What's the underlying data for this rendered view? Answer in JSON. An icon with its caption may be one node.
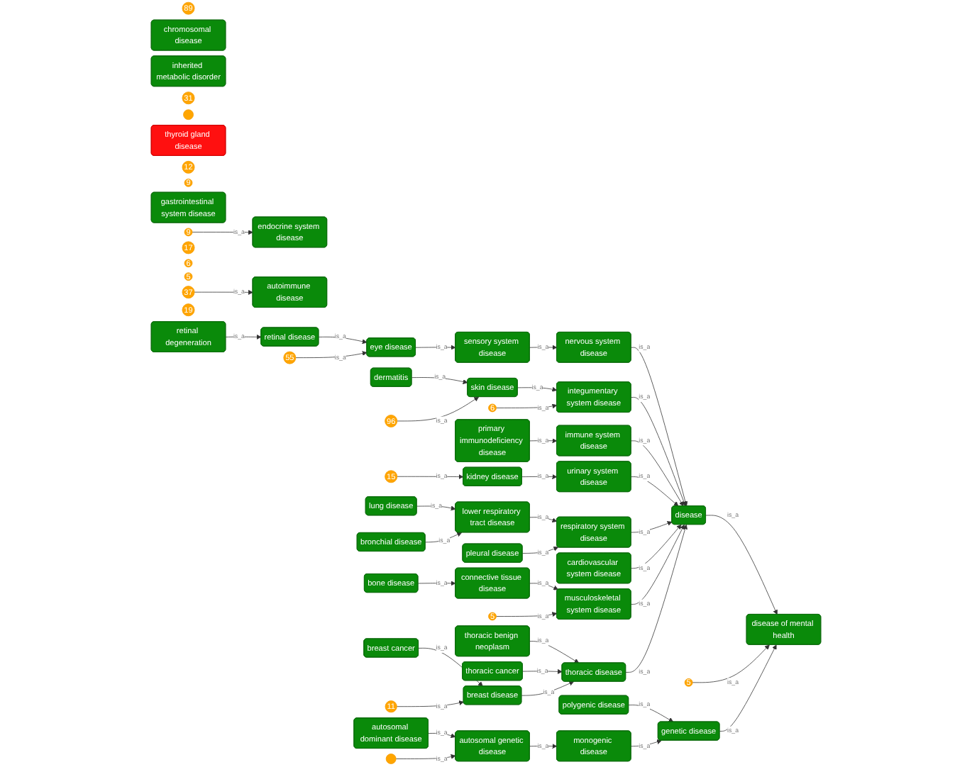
{
  "diagram": {
    "nodes": [
      {
        "text": [
          "retinal degeneration"
        ]
      },
      {
        "text": [
          "retinal disease"
        ]
      },
      {
        "text": [
          "19"
        ]
      },
      {
        "text": [
          "55"
        ]
      },
      {
        "text": [
          "eye disease"
        ]
      },
      {
        "text": [
          "dermatitis"
        ]
      },
      {
        "text": [
          "96"
        ]
      },
      {
        "text": [
          "skin disease"
        ]
      },
      {
        "text": [
          "37"
        ]
      },
      {
        "text": [
          "autoimmune disease"
        ]
      },
      {
        "text": [
          "primary immunodeficiency disease"
        ]
      },
      {
        "text": [
          "sensory system disease"
        ]
      },
      {
        "text": [
          "5"
        ]
      },
      {
        "text": [
          "6"
        ]
      },
      {
        "text": [
          "integumentary system disease"
        ]
      },
      {
        "text": [
          "6"
        ]
      },
      {
        "text": [
          "17"
        ]
      },
      {
        "text": [
          "nervous system disease"
        ]
      },
      {
        "text": [
          "immune system disease"
        ]
      },
      {
        "text": [
          "lung disease"
        ]
      },
      {
        "text": [
          "bronchial disease"
        ]
      },
      {
        "text": [
          "15"
        ]
      },
      {
        "text": [
          "kidney disease"
        ]
      },
      {
        "text": [
          "urinary system disease"
        ]
      },
      {
        "text": [
          "lower respiratory tract disease"
        ]
      },
      {
        "text": [
          "respiratory system disease"
        ]
      },
      {
        "text": [
          "pleural disease"
        ]
      },
      {
        "text": [
          "9"
        ]
      },
      {
        "text": [
          "endocrine system disease"
        ]
      },
      {
        "text": [
          "disease"
        ]
      },
      {
        "text": [
          "gastrointestinal system disease"
        ]
      },
      {
        "text": [
          "9"
        ]
      },
      {
        "text": [
          "12"
        ]
      },
      {
        "text": [
          "thyroid gland disease"
        ]
      },
      {
        "text": [],
        "shape": "circle"
      },
      {
        "text": [
          "cardiovascular system disease"
        ]
      },
      {
        "text": [
          "musculoskeletal system disease"
        ]
      },
      {
        "text": [
          "5"
        ]
      },
      {
        "text": [
          "31"
        ]
      },
      {
        "text": [
          "connective tissue disease"
        ]
      },
      {
        "text": [
          "disease of mental health"
        ]
      },
      {
        "text": [
          "polygenic disease"
        ]
      },
      {
        "text": [
          "5"
        ]
      },
      {
        "text": [
          "thoracic disease"
        ]
      },
      {
        "text": [
          "thoracic benign neoplasm"
        ]
      },
      {
        "text": [
          "thoracic cancer"
        ]
      },
      {
        "text": [
          "bone disease"
        ]
      },
      {
        "text": [
          "genetic disease"
        ]
      },
      {
        "text": [
          "inherited metabolic disorder"
        ]
      },
      {
        "text": [
          "chromosomal disease"
        ]
      },
      {
        "text": [
          "breast disease"
        ]
      },
      {
        "text": [
          "11"
        ]
      },
      {
        "text": [
          "monogenic disease"
        ]
      },
      {
        "text": [
          "89"
        ]
      },
      {
        "text": [
          "breast cancer"
        ]
      },
      {
        "text": [
          "autosomal genetic disease"
        ]
      },
      {
        "text": [
          "autosomal dominant disease"
        ]
      },
      {
        "text": [],
        "shape": "circle"
      }
    ],
    "edges": [
      {
        "from": 0,
        "to": 1,
        "arrow": "to",
        "label": "is_a"
      },
      {
        "from": 1,
        "to": 4,
        "arrow": "to",
        "label": "is_a"
      },
      {
        "from": 3,
        "to": 4,
        "arrow": "to",
        "label": "is_a"
      },
      {
        "from": 4,
        "to": 11,
        "arrow": "to",
        "label": "is_a"
      },
      {
        "from": 11,
        "to": 17,
        "arrow": "to",
        "label": "is_a"
      },
      {
        "from": 17,
        "to": 29,
        "arrow": "to",
        "label": "is_a"
      },
      {
        "from": 5,
        "to": 7,
        "arrow": "to",
        "label": "is_a"
      },
      {
        "from": 6,
        "to": 7,
        "arrow": "to",
        "label": "is_a"
      },
      {
        "from": 7,
        "to": 14,
        "arrow": "to",
        "label": "is_a"
      },
      {
        "from": 13,
        "to": 14,
        "arrow": "to",
        "label": "is_a"
      },
      {
        "from": 14,
        "to": 29,
        "arrow": "to",
        "label": "is_a"
      },
      {
        "from": 8,
        "to": 9,
        "arrow": "to",
        "label": "is_a"
      },
      {
        "from": 10,
        "to": 18,
        "arrow": "to",
        "label": "is_a"
      },
      {
        "from": 18,
        "to": 29,
        "arrow": "to",
        "label": "is_a"
      },
      {
        "from": 21,
        "to": 22,
        "arrow": "to",
        "label": "is_a"
      },
      {
        "from": 22,
        "to": 23,
        "arrow": "to",
        "label": "is_a"
      },
      {
        "from": 23,
        "to": 29,
        "arrow": "to",
        "label": "is_a"
      },
      {
        "from": 19,
        "to": 24,
        "arrow": "to",
        "label": "is_a"
      },
      {
        "from": 20,
        "to": 24,
        "arrow": "to",
        "label": "is_a"
      },
      {
        "from": 24,
        "to": 25,
        "arrow": "to",
        "label": "is_a"
      },
      {
        "from": 26,
        "to": 25,
        "arrow": "to",
        "label": "is_a"
      },
      {
        "from": 25,
        "to": 29,
        "arrow": "to",
        "label": "is_a"
      },
      {
        "from": 27,
        "to": 28,
        "arrow": "to",
        "label": "is_a"
      },
      {
        "from": 35,
        "to": 29,
        "arrow": "to",
        "label": "is_a"
      },
      {
        "from": 36,
        "to": 29,
        "arrow": "to",
        "label": "is_a"
      },
      {
        "from": 43,
        "to": 29,
        "arrow": "to",
        "label": "is_a"
      },
      {
        "from": 29,
        "to": 40,
        "arrow": "to",
        "label": "is_a"
      },
      {
        "from": 42,
        "to": 40,
        "arrow": "to",
        "label": "is_a"
      },
      {
        "from": 47,
        "to": 40,
        "arrow": "to",
        "label": "is_a"
      },
      {
        "from": 41,
        "to": 47,
        "arrow": "to",
        "label": "is_a"
      },
      {
        "from": 52,
        "to": 47,
        "arrow": "to",
        "label": "is_a"
      },
      {
        "from": 55,
        "to": 52,
        "arrow": "to",
        "label": "is_a"
      },
      {
        "from": 56,
        "to": 55,
        "arrow": "to",
        "label": "is_a"
      },
      {
        "from": 57,
        "to": 55,
        "arrow": "to",
        "label": "is_a"
      },
      {
        "from": 44,
        "to": 43,
        "arrow": "to",
        "label": "is_a"
      },
      {
        "from": 45,
        "to": 43,
        "arrow": "to",
        "label": "is_a"
      },
      {
        "from": 50,
        "to": 43,
        "arrow": "to",
        "label": "is_a"
      },
      {
        "from": 54,
        "to": 50,
        "arrow": "to",
        "label": "is_a"
      },
      {
        "from": 51,
        "to": 50,
        "arrow": "to",
        "label": "is_a"
      },
      {
        "from": 46,
        "to": 39,
        "arrow": "to",
        "label": "is_a"
      },
      {
        "from": 39,
        "to": 36,
        "arrow": "to",
        "label": "is_a"
      },
      {
        "from": 37,
        "to": 36,
        "arrow": "to",
        "label": "is_a"
      }
    ]
  }
}
